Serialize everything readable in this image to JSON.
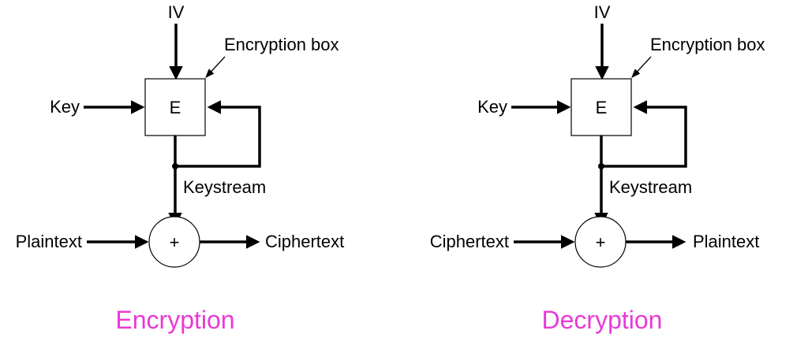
{
  "colors": {
    "caption": "#e83ad6",
    "stroke": "#000000"
  },
  "encryption": {
    "iv": "IV",
    "encryption_box": "Encryption box",
    "key": "Key",
    "e": "E",
    "keystream": "Keystream",
    "plus": "+",
    "input": "Plaintext",
    "output": "Ciphertext",
    "caption": "Encryption"
  },
  "decryption": {
    "iv": "IV",
    "encryption_box": "Encryption box",
    "key": "Key",
    "e": "E",
    "keystream": "Keystream",
    "plus": "+",
    "input": "Ciphertext",
    "output": "Plaintext",
    "caption": "Decryption"
  }
}
